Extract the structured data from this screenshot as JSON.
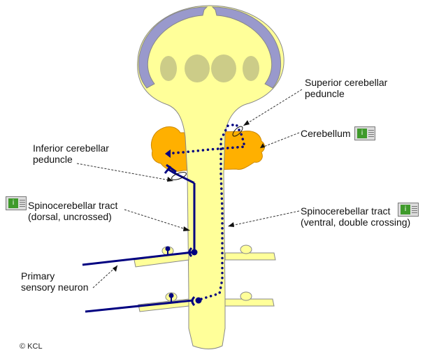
{
  "labels": {
    "superior_peduncle": [
      "Superior cerebellar",
      "peduncle"
    ],
    "cerebellum": "Cerebellum",
    "inferior_peduncle": [
      "Inferior cerebellar",
      "peduncle"
    ],
    "dorsal_tract": [
      "Spinocerebellar tract",
      "(dorsal, uncrossed)"
    ],
    "ventral_tract": [
      "Spinocerebellar tract",
      "(ventral, double crossing)"
    ],
    "primary_neuron": [
      "Primary",
      "sensory neuron"
    ],
    "copyright": "© KCL"
  },
  "icons": {
    "info_glyph": "i",
    "info_icon_name": "info-page-icon"
  },
  "colors": {
    "brainstem_fill": "#ffff99",
    "cortex_fill": "#9999cc",
    "cerebellum_fill": "#ffb000",
    "nucleus_fill": "#cccc88",
    "neuron_line": "#000080"
  }
}
